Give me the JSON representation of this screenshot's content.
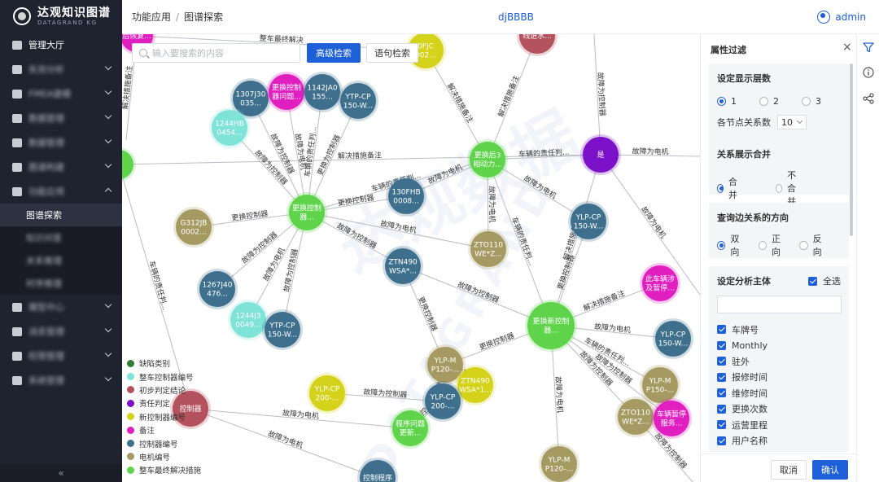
{
  "brand": {
    "name": "达观知识图谱",
    "subtitle": "DATAGRAND KG"
  },
  "sidebar": {
    "items": [
      {
        "label": "管理大厅",
        "icon": "home-icon",
        "has_chevron": false,
        "blurred": false
      },
      {
        "label": "失效分析",
        "icon": "cube-icon",
        "has_chevron": true,
        "blurred": true
      },
      {
        "label": "FMEA建模",
        "icon": "mail-icon",
        "has_chevron": true,
        "blurred": true
      },
      {
        "label": "数据管理",
        "icon": "database-icon",
        "has_chevron": true,
        "blurred": true
      },
      {
        "label": "数据管理",
        "icon": "monitor-icon",
        "has_chevron": true,
        "blurred": true
      },
      {
        "label": "图谱构建",
        "icon": "graph-build-icon",
        "has_chevron": true,
        "blurred": true
      },
      {
        "label": "功能应用",
        "icon": "grid-icon",
        "has_chevron": true,
        "blurred": true,
        "expanded": true
      }
    ],
    "sub_items": [
      {
        "label": "图谱探索",
        "active": true,
        "blurred": false
      },
      {
        "label": "知识问答",
        "active": false,
        "blurred": true
      },
      {
        "label": "关系推理",
        "active": false,
        "blurred": true
      },
      {
        "label": "时序推理",
        "active": false,
        "blurred": true
      }
    ],
    "items_after": [
      {
        "label": "模型中心",
        "icon": "model-icon",
        "blurred": true
      },
      {
        "label": "消息管理",
        "icon": "chart-icon",
        "blurred": true
      },
      {
        "label": "权限管理",
        "icon": "user-icon",
        "blurred": true
      },
      {
        "label": "系统管理",
        "icon": "list-icon",
        "blurred": true
      }
    ],
    "collapse_glyph": "«"
  },
  "header": {
    "breadcrumb": [
      "功能应用",
      "图谱探索"
    ],
    "breadcrumb_sep": "/",
    "graph_title": "djBBBB",
    "user": "admin"
  },
  "toolbar": {
    "search_placeholder": "输入要搜索的内容",
    "advanced_search": "高级检索",
    "sentence_search": "语句检索"
  },
  "watermark": {
    "line1": "达观数据",
    "line2": "DATAGRAND"
  },
  "legend": [
    {
      "label": "缺陷类别",
      "color": "#2e7d32"
    },
    {
      "label": "整车控制器编号",
      "color": "#7fe3d8"
    },
    {
      "label": "初步判定结论",
      "color": "#b3515d"
    },
    {
      "label": "责任判定",
      "color": "#7b12c9"
    },
    {
      "label": "新控制器编号",
      "color": "#d4d21b"
    },
    {
      "label": "备注",
      "color": "#e11ec0"
    },
    {
      "label": "控制器编号",
      "color": "#3e6f8c"
    },
    {
      "label": "电机编号",
      "color": "#a69a63"
    },
    {
      "label": "整车最终解决措施",
      "color": "#5fd44b"
    }
  ],
  "graph": {
    "nodes": [
      {
        "id": "n_hf",
        "label": "后恢复...",
        "color": "#e11ec0",
        "partial": true
      },
      {
        "id": "n_left",
        "label": "...",
        "color": "#5fd44b",
        "partial": true
      },
      {
        "id": "n_1307",
        "label": "1307J30\n035...",
        "color": "#3e6f8c"
      },
      {
        "id": "n_ghkzq",
        "label": "更换控制\n器问题...",
        "color": "#e11ec0"
      },
      {
        "id": "n_1142",
        "label": "1142JA0\n155...",
        "color": "#3e6f8c"
      },
      {
        "id": "n_ytp1",
        "label": "YTP-CP\n150-W...",
        "color": "#3e6f8c"
      },
      {
        "id": "n_1244h",
        "label": "1244HB\n0454...",
        "color": "#7fe3d8"
      },
      {
        "id": "n_0fjc",
        "label": "0FJC\n002...",
        "color": "#d4d21b"
      },
      {
        "id": "n_top",
        "label": "线进水...",
        "color": "#b3515d"
      },
      {
        "id": "n_ghh3",
        "label": "更换后3\n相动力...",
        "color": "#5fd44b"
      },
      {
        "id": "n_shi",
        "label": "是",
        "color": "#7b12c9"
      },
      {
        "id": "n_ghk2",
        "label": "更换控制\n器...",
        "color": "#5fd44b"
      },
      {
        "id": "n_130f",
        "label": "130FHB\n0008...",
        "color": "#3e6f8c"
      },
      {
        "id": "n_g312",
        "label": "G312JB\n0002...",
        "color": "#a69a63"
      },
      {
        "id": "n_ytp2",
        "label": "YLP-CP\n150-W...",
        "color": "#3e6f8c"
      },
      {
        "id": "n_zto1",
        "label": "ZTO110\nWE*Z...",
        "color": "#a69a63"
      },
      {
        "id": "n_ztn1",
        "label": "ZTN490\nWSA*...",
        "color": "#3e6f8c"
      },
      {
        "id": "n_1267",
        "label": "1267J40\n476...",
        "color": "#3e6f8c"
      },
      {
        "id": "n_1244j",
        "label": "1244J3\n0049...",
        "color": "#7fe3d8"
      },
      {
        "id": "n_ytp3",
        "label": "YTP-CP\n150-W...",
        "color": "#3e6f8c"
      },
      {
        "id": "n_cch",
        "label": "此车辆涉\n及暂停...",
        "color": "#e11ec0"
      },
      {
        "id": "n_ghxk",
        "label": "更换新控制\n器...",
        "color": "#5fd44b"
      },
      {
        "id": "n_ylpcp",
        "label": "YLP-CP\n150-W...",
        "color": "#3e6f8c"
      },
      {
        "id": "n_ylpm1",
        "label": "YLP-M\nP120-...",
        "color": "#a69a63"
      },
      {
        "id": "n_ztn2",
        "label": "ZTN490\nWSA*1...",
        "color": "#d4d21b"
      },
      {
        "id": "n_ylpm2",
        "label": "YLP-M\nP150-...",
        "color": "#a69a63"
      },
      {
        "id": "n_ylpcp2",
        "label": "YLP-CP\n200-...",
        "color": "#d4d21b"
      },
      {
        "id": "n_ytp4",
        "label": "YLP-CP\n200-...",
        "color": "#3e6f8c"
      },
      {
        "id": "n_kzq",
        "label": "控制器",
        "color": "#b3515d"
      },
      {
        "id": "n_cxwt",
        "label": "程序问题\n更新...",
        "color": "#5fd44b"
      },
      {
        "id": "n_zto2",
        "label": "ZTO110\nWE*Z...",
        "color": "#a69a63"
      },
      {
        "id": "n_czzt",
        "label": "车辆暂停\n服务...",
        "color": "#e11ec0"
      },
      {
        "id": "n_ylpm3",
        "label": "YLP-M\nP120-...",
        "color": "#a69a63"
      },
      {
        "id": "n_bottom",
        "label": "控制程序",
        "color": "#3e6f8c",
        "partial": true
      }
    ],
    "edge_labels": [
      "解决措施备注",
      "整车最终解决",
      "故障为控制器",
      "故障为电机",
      "车辆的责任判...",
      "更换为控制器",
      "故障为控制器",
      "车辆的责任判...",
      "更换控制器",
      "更换控制器",
      "故障为控制器",
      "故障为电机",
      "故障为控制器",
      "故障为控制器",
      "故障为电机",
      "故障为电机",
      "车辆的责任判...",
      "故障为电机",
      "解决措施备注",
      "解决措施备注",
      "故障为电机",
      "解决措施备注",
      "更换控制器",
      "故障为控制器",
      "解决措施备注",
      "更换控制器",
      "更换控制器",
      "解决措施备注",
      "故障为电机",
      "车辆的责任判...",
      "故障为控制器",
      "故障为控制器",
      "故障为电机",
      "故障为控制器",
      "车辆的责任判...",
      "故障为电机",
      "故障为控制器",
      "故障为电机",
      "故障为电机",
      "车辆的责任判...",
      "故障为电机",
      "更换控制器",
      "故障为电机",
      "故障为控制器",
      "故障为控制器"
    ]
  },
  "panel": {
    "title": "属性过滤",
    "close": "×",
    "layers": {
      "title": "设定显示层数",
      "options": [
        "1",
        "2",
        "3"
      ],
      "selected": "1",
      "count_label": "各节点关系数",
      "count_value": "10"
    },
    "merge": {
      "title": "关系展示合并",
      "options": [
        "合并",
        "不合并"
      ],
      "selected": "合并"
    },
    "direction": {
      "title": "查询边关系的方向",
      "options": [
        "双向",
        "正向",
        "反向"
      ],
      "selected": "双向"
    },
    "subject": {
      "title": "设定分析主体",
      "select_all": "全选",
      "input_value": "",
      "fields": [
        "车牌号",
        "Monthly",
        "驻外",
        "报修时间",
        "维修时间",
        "更换次数",
        "运营里程",
        "用户名称"
      ]
    },
    "cancel": "取消",
    "confirm": "确认"
  },
  "tools": [
    "filter-icon",
    "info-icon",
    "share-icon"
  ]
}
